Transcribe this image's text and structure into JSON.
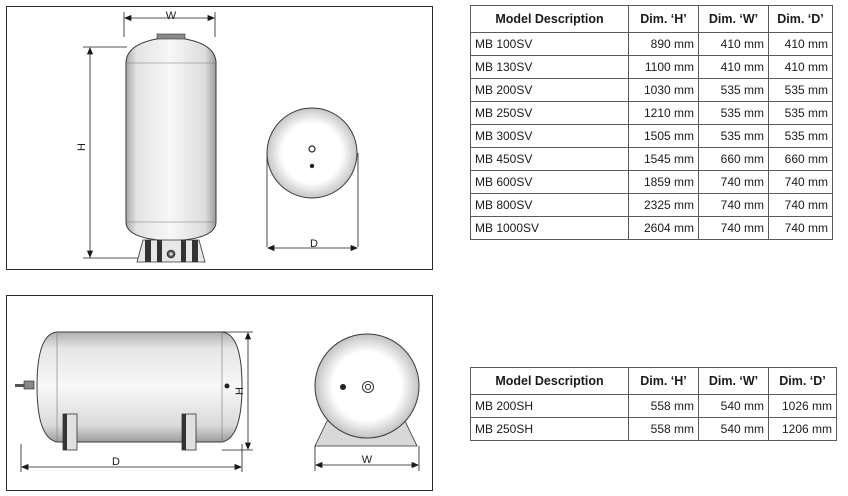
{
  "vertical": {
    "dim_labels": {
      "w": "W",
      "h": "H",
      "d": "D"
    },
    "headers": [
      "Model Description",
      "Dim. ‘H’",
      "Dim. ‘W’",
      "Dim. ‘D’"
    ],
    "rows": [
      [
        "MB 100SV",
        "890 mm",
        "410 mm",
        "410 mm"
      ],
      [
        "MB 130SV",
        "1100 mm",
        "410 mm",
        "410 mm"
      ],
      [
        "MB 200SV",
        "1030 mm",
        "535 mm",
        "535 mm"
      ],
      [
        "MB 250SV",
        "1210 mm",
        "535 mm",
        "535 mm"
      ],
      [
        "MB 300SV",
        "1505 mm",
        "535 mm",
        "535 mm"
      ],
      [
        "MB 450SV",
        "1545 mm",
        "660 mm",
        "660 mm"
      ],
      [
        "MB 600SV",
        "1859 mm",
        "740 mm",
        "740 mm"
      ],
      [
        "MB 800SV",
        "2325 mm",
        "740 mm",
        "740 mm"
      ],
      [
        "MB 1000SV",
        "2604 mm",
        "740 mm",
        "740 mm"
      ]
    ]
  },
  "horizontal": {
    "dim_labels": {
      "h": "H",
      "d": "D",
      "w": "W"
    },
    "headers": [
      "Model Description",
      "Dim. ‘H’",
      "Dim. ‘W’",
      "Dim. ‘D’"
    ],
    "rows": [
      [
        "MB 200SH",
        "558 mm",
        "540 mm",
        "1026 mm"
      ],
      [
        "MB 250SH",
        "558 mm",
        "540 mm",
        "1206 mm"
      ]
    ]
  }
}
